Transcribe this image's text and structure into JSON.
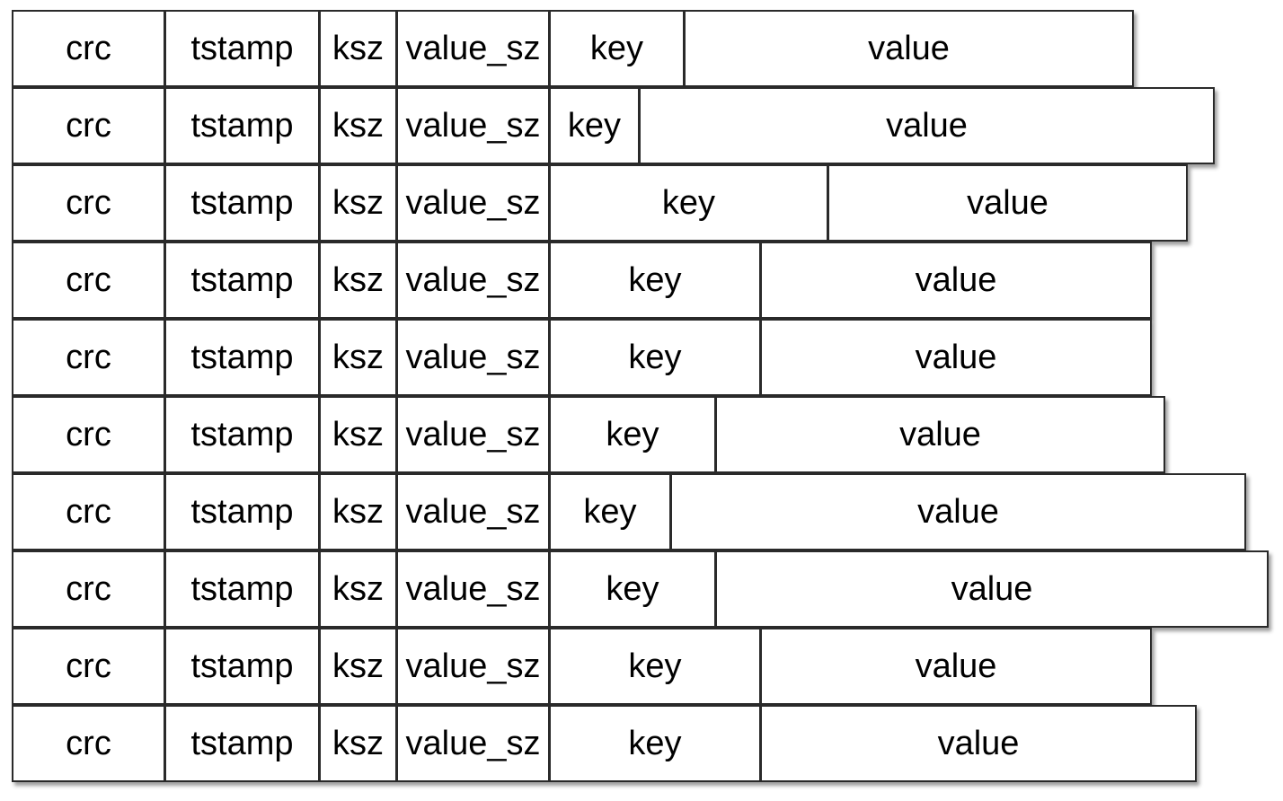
{
  "diagram": {
    "fields": {
      "crc": "crc",
      "tstamp": "tstamp",
      "ksz": "ksz",
      "value_sz": "value_sz",
      "key": "key",
      "value": "value"
    },
    "records": [
      {
        "key_size": 3,
        "value_size": 10
      },
      {
        "key_size": 2,
        "value_size": 12.8
      },
      {
        "key_size": 6.2,
        "value_size": 8
      },
      {
        "key_size": 4.7,
        "value_size": 8.7
      },
      {
        "key_size": 4.7,
        "value_size": 8.7
      },
      {
        "key_size": 3.7,
        "value_size": 10
      },
      {
        "key_size": 2.7,
        "value_size": 12.8
      },
      {
        "key_size": 3.7,
        "value_size": 12.3
      },
      {
        "key_size": 4.7,
        "value_size": 8.7
      },
      {
        "key_size": 4.7,
        "value_size": 9.7
      }
    ]
  }
}
